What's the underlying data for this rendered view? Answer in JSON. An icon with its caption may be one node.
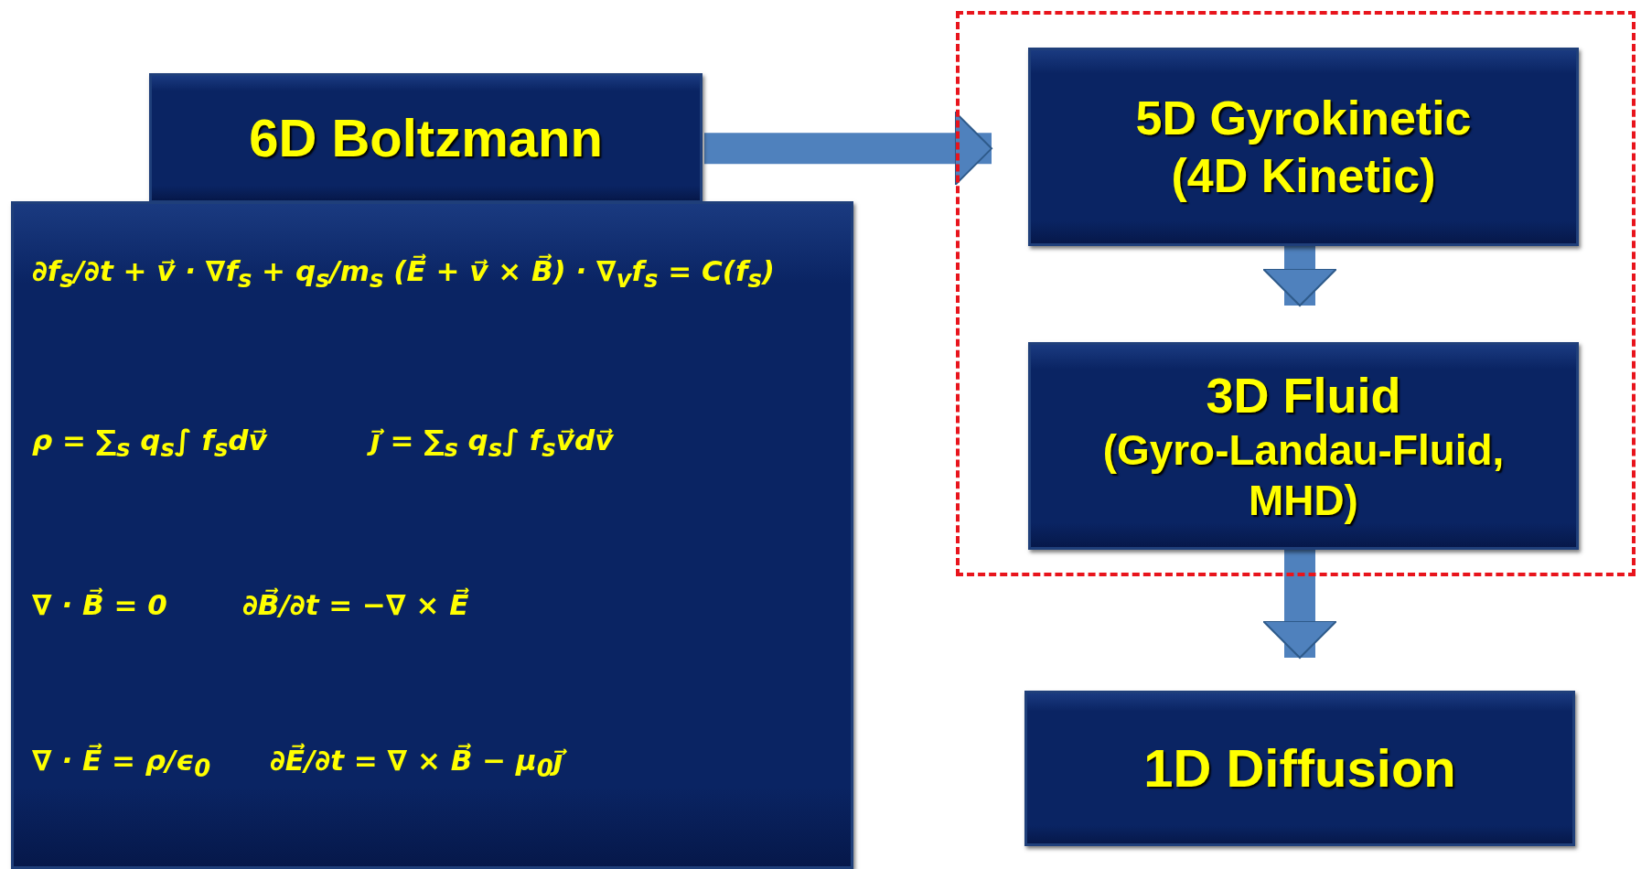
{
  "diagram": {
    "nodes": [
      {
        "text": [
          "6D Boltzmann"
        ]
      },
      {
        "text": [
          "∂f$_{s}$/∂t + v⃗ · ∇f$_{s}$ + q$_{s}$/m$_{s}$ (E⃗ + v⃗ × B⃗) · ∇$_{v}$f$_{s}$ = C(f$_{s}$)",
          "ρ = ∑$_{s}$ q$_{s}$∫ f$_{s}$dv⃗",
          "j⃗ = ∑$_{s}$ q$_{s}$∫ f$_{s}$v⃗dv⃗",
          "∇ · B⃗ = 0",
          "∂B⃗/∂t = −∇ × E⃗",
          "∇ · E⃗ = ρ/ϵ$_{0}$",
          "∂E⃗/∂t = ∇ × B⃗ − μ$_{0}$j⃗"
        ]
      },
      {
        "text": [],
        "shape": "box"
      },
      {
        "text": [
          "5D Gyrokinetic (4D Kinetic)"
        ],
        "in": 2
      },
      {
        "text": [
          "3D Fluid",
          "(Gyro-Landau-Fluid, MHD)"
        ],
        "in": 2
      },
      {
        "text": [
          "1D Diffusion"
        ]
      }
    ],
    "edges": [
      {
        "from": 0,
        "to": 3,
        "arrow": "to"
      },
      {
        "from": 3,
        "to": 4,
        "arrow": "to"
      },
      {
        "from": 4,
        "to": 5,
        "arrow": "to"
      }
    ]
  }
}
